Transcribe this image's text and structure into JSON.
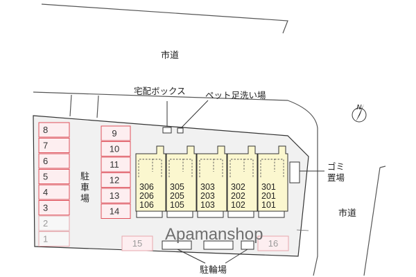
{
  "roads": {
    "top": "市道",
    "right": "市道"
  },
  "labels": {
    "delivery_box": "宅配ボックス",
    "pet_wash": "ペット足洗い場",
    "garbage": [
      "ゴミ",
      "置場"
    ],
    "parking": [
      "駐",
      "車",
      "場"
    ],
    "bike_parking": "駐輪場",
    "compass_north": "N"
  },
  "parking_left": [
    "8",
    "7",
    "6",
    "5",
    "4",
    "3",
    "2",
    "1"
  ],
  "parking_middle": [
    "9",
    "10",
    "11",
    "12",
    "13",
    "14"
  ],
  "parking_bottom": [
    "15",
    "16"
  ],
  "units": [
    [
      "306",
      "206",
      "106"
    ],
    [
      "305",
      "205",
      "105"
    ],
    [
      "303",
      "203",
      "103"
    ],
    [
      "302",
      "202",
      "102"
    ],
    [
      "301",
      "201",
      "101"
    ]
  ],
  "colors": {
    "parking_border": "#e0505a",
    "parking_fill": "#fdeef0",
    "building_fill": "#fbf7cf",
    "site_fill": "#f1f1f1",
    "line": "#333333"
  },
  "watermark": "Apamanshop"
}
